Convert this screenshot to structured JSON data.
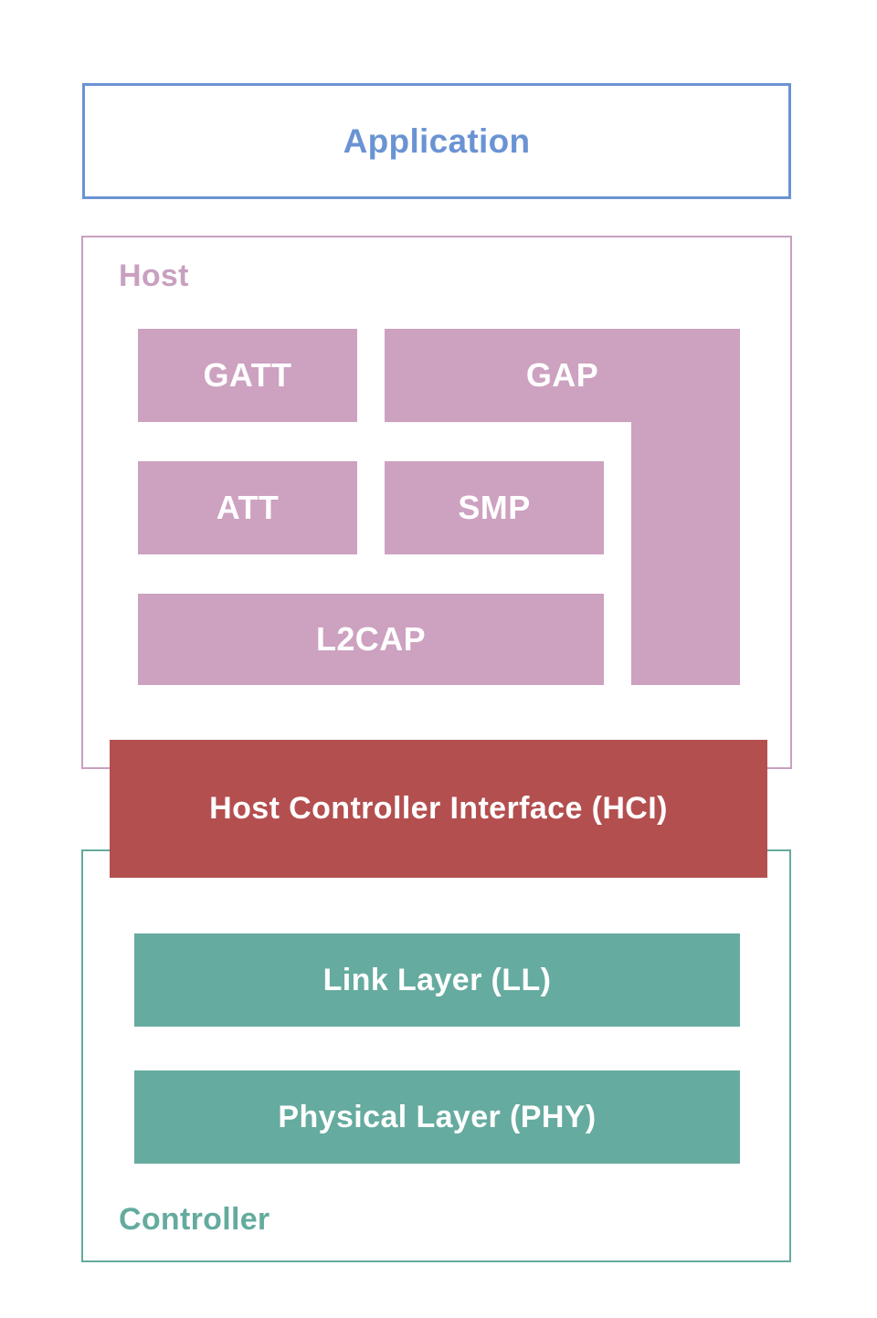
{
  "diagram": {
    "title_text_visible": false,
    "colors": {
      "application_border": "#6a93d4",
      "application_text": "#6a93d4",
      "host_border": "#c9a0c0",
      "host_fill": "#cda1c0",
      "hci_fill": "#b44f4f",
      "controller_border": "#64ab9e",
      "controller_fill": "#66ab9f",
      "block_text": "#ffffff",
      "background": "#ffffff"
    }
  },
  "application": {
    "label": "Application"
  },
  "host": {
    "group_label": "Host",
    "blocks": [
      {
        "id": "gatt",
        "label": "GATT"
      },
      {
        "id": "gap",
        "label": "GAP"
      },
      {
        "id": "att",
        "label": "ATT"
      },
      {
        "id": "smp",
        "label": "SMP"
      },
      {
        "id": "l2cap",
        "label": "L2CAP"
      }
    ]
  },
  "hci": {
    "label": "Host Controller Interface (HCI)"
  },
  "controller": {
    "group_label": "Controller",
    "blocks": [
      {
        "id": "ll",
        "label": "Link Layer (LL)"
      },
      {
        "id": "phy",
        "label": "Physical Layer (PHY)"
      }
    ]
  }
}
